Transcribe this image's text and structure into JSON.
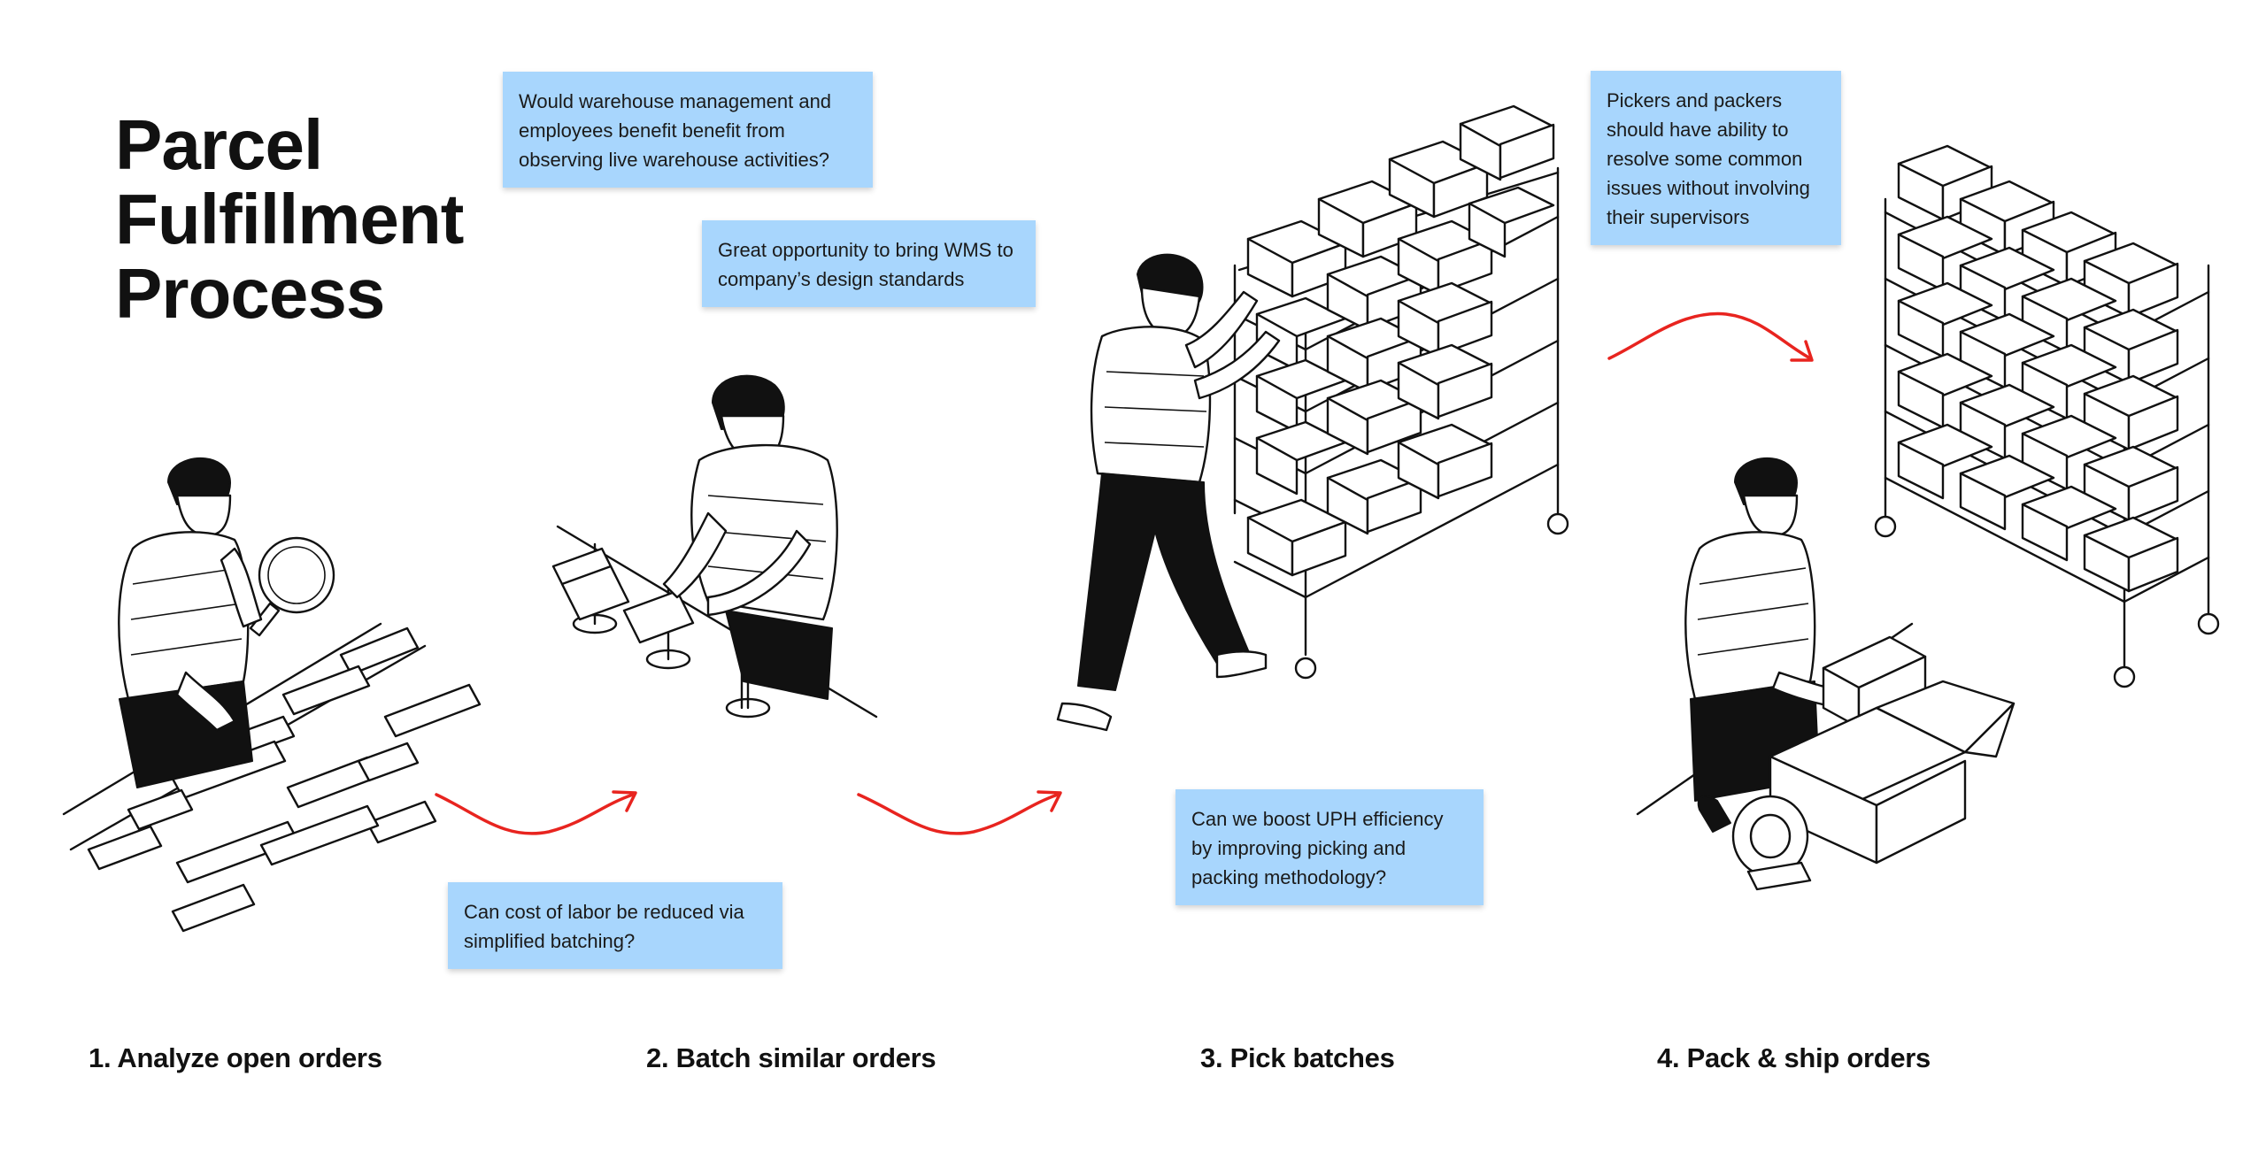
{
  "title": {
    "line1": "Parcel",
    "line2": "Fulfillment",
    "line3": "Process"
  },
  "steps": [
    {
      "label": "1. Analyze open orders"
    },
    {
      "label": "2. Batch similar orders"
    },
    {
      "label": "3. Pick batches"
    },
    {
      "label": "4. Pack & ship orders"
    }
  ],
  "notes": {
    "observing": {
      "line1": "Would warehouse management and",
      "line2": "employees benefit benefit from",
      "line3": "observing live warehouse activities?"
    },
    "wms": {
      "line1": "Great opportunity to bring WMS to",
      "line2": "company’s design standards"
    },
    "labor": {
      "line1": "Can cost of labor be reduced via",
      "line2": "simplified batching?"
    },
    "uph": {
      "line1": "Can we boost UPH efficiency",
      "line2": "by improving picking and",
      "line3": "packing methodology?"
    },
    "pickers": {
      "line1": "Pickers and packers",
      "line2": "should have ability to",
      "line3": "resolve some common",
      "line4": "issues without involving",
      "line5": "their supervisors"
    }
  },
  "colors": {
    "note_bg": "#a8d6fd",
    "arrow": "#e8241f",
    "ink": "#111111"
  },
  "icons": [
    "magnifying-glass-icon",
    "ticket-spike-icon",
    "rolling-shelf-cart-icon",
    "tape-dispenser-icon",
    "shipping-box-icon"
  ]
}
